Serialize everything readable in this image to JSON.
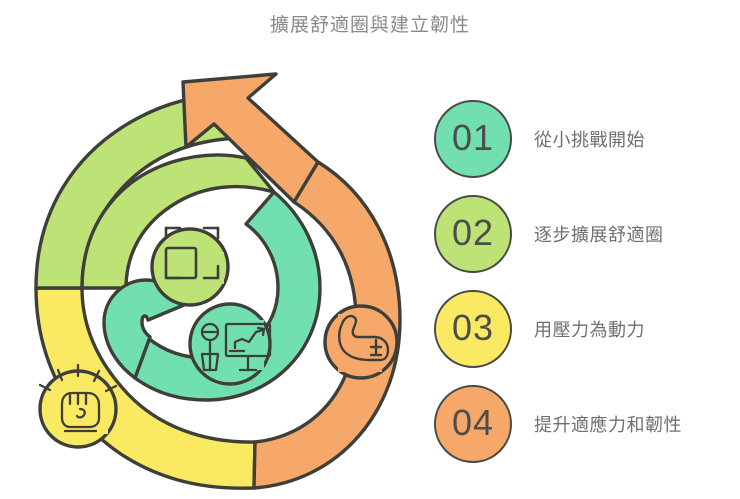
{
  "title": "擴展舒適圈與建立韌性",
  "palette": {
    "mint": "#71DFB0",
    "lime": "#BDE377",
    "yellow": "#FAEA63",
    "orange": "#F5A869",
    "outline": "#4a4a45",
    "title_text": "#8a8a8a",
    "label_text": "#6f6f6f",
    "number_text": "#4d4d4d",
    "background": "#ffffff"
  },
  "legend": {
    "items": [
      {
        "number": "01",
        "label": "從小挑戰開始",
        "color": "#71DFB0"
      },
      {
        "number": "02",
        "label": "逐步擴展舒適圈",
        "color": "#BDE377"
      },
      {
        "number": "03",
        "label": "用壓力為動力",
        "color": "#FAEA63"
      },
      {
        "number": "04",
        "label": "提升適應力和韌性",
        "color": "#F5A869"
      }
    ]
  },
  "diagram": {
    "type": "spiral-arrow-cycle",
    "direction": "outward-clockwise-ending-with-arrowhead-up-left",
    "segments": [
      {
        "index": 1,
        "color": "#71DFB0",
        "icon": "person-presenting-growth-chart-icon",
        "meaning": "從小挑戰開始"
      },
      {
        "index": 2,
        "color": "#BDE377",
        "icon": "expanding-square-boundary-icon",
        "meaning": "逐步擴展舒適圈"
      },
      {
        "index": 3,
        "color": "#FAEA63",
        "icon": "clenched-fist-icon",
        "meaning": "用壓力為動力"
      },
      {
        "index": 4,
        "color": "#F5A869",
        "icon": "flexed-bicep-icon",
        "meaning": "提升適應力和韌性"
      }
    ]
  }
}
